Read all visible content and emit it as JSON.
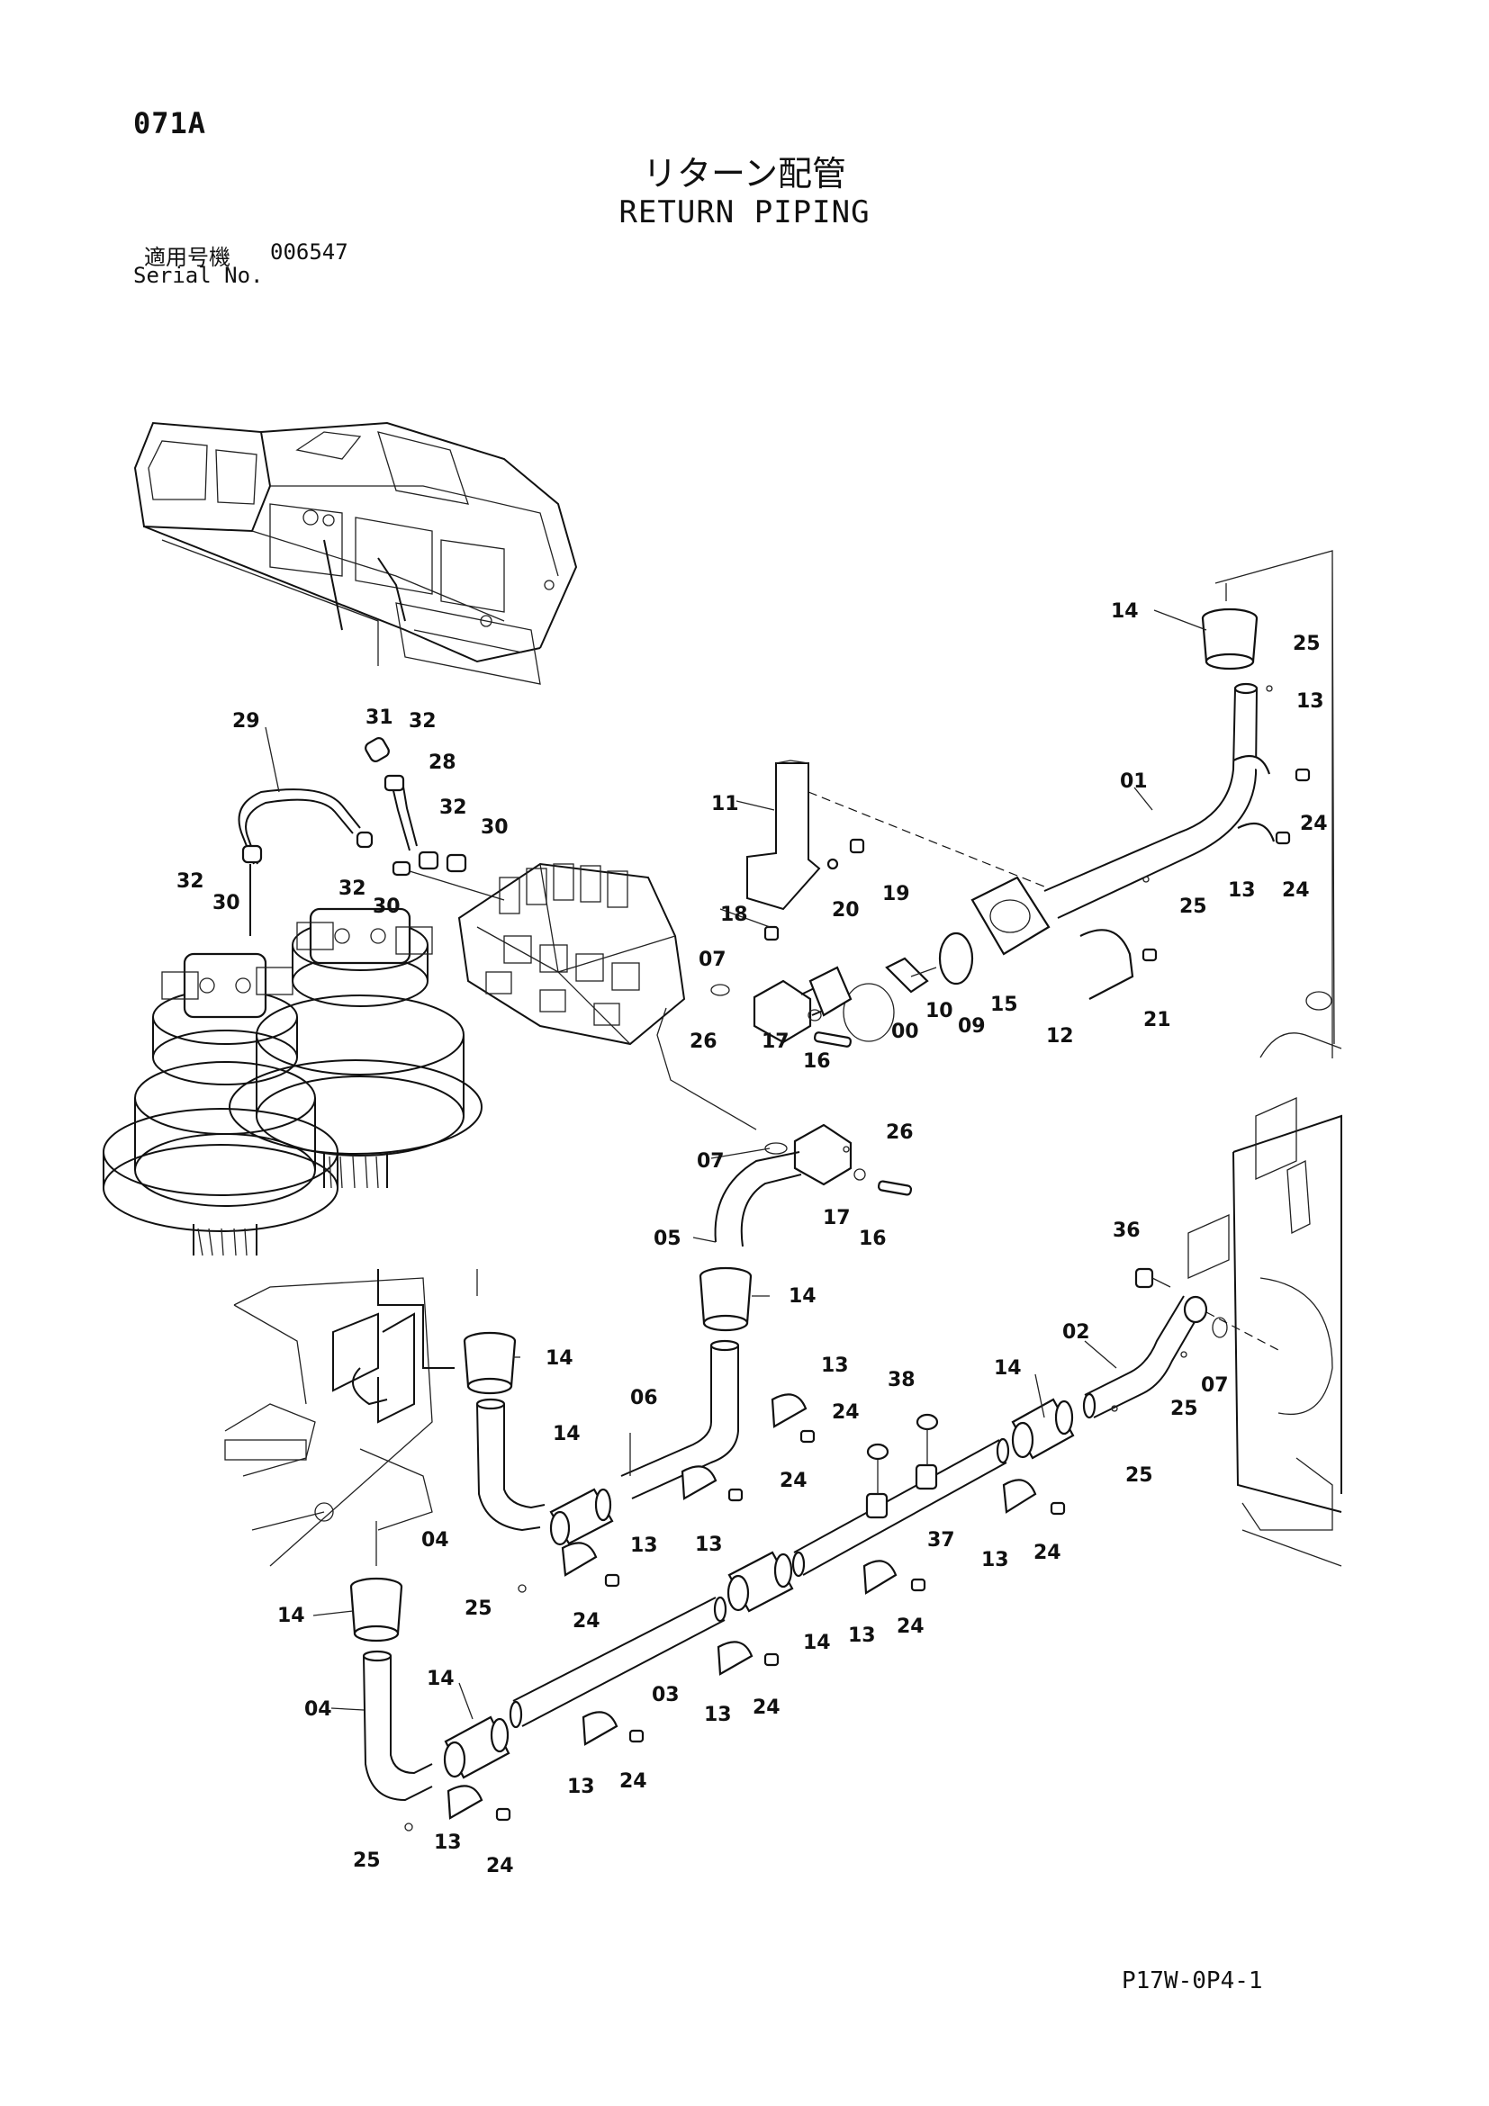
{
  "page_code": "071A",
  "title_jp": "リターン配管",
  "title_en": "RETURN PIPING",
  "serial_label_jp": "適用号機",
  "serial_value": "006547",
  "serial_label_en": "Serial No.",
  "drawing_code": "P17W-0P4-1",
  "callouts": [
    {
      "id": "c14a",
      "text": "14"
    },
    {
      "id": "c25a",
      "text": "25"
    },
    {
      "id": "c13a",
      "text": "13"
    },
    {
      "id": "c01",
      "text": "01"
    },
    {
      "id": "c24a",
      "text": "24"
    },
    {
      "id": "c13b",
      "text": "13"
    },
    {
      "id": "c24b",
      "text": "24"
    },
    {
      "id": "c25b",
      "text": "25"
    },
    {
      "id": "c11",
      "text": "11"
    },
    {
      "id": "c20",
      "text": "20"
    },
    {
      "id": "c19",
      "text": "19"
    },
    {
      "id": "c18",
      "text": "18"
    },
    {
      "id": "c07a",
      "text": "07"
    },
    {
      "id": "c10",
      "text": "10"
    },
    {
      "id": "c00",
      "text": "00"
    },
    {
      "id": "c09",
      "text": "09"
    },
    {
      "id": "c15",
      "text": "15"
    },
    {
      "id": "c12",
      "text": "12"
    },
    {
      "id": "c21",
      "text": "21"
    },
    {
      "id": "c26a",
      "text": "26"
    },
    {
      "id": "c17a",
      "text": "17"
    },
    {
      "id": "c16a",
      "text": "16"
    },
    {
      "id": "c29",
      "text": "29"
    },
    {
      "id": "c31",
      "text": "31"
    },
    {
      "id": "c32a",
      "text": "32"
    },
    {
      "id": "c28",
      "text": "28"
    },
    {
      "id": "c32b",
      "text": "32"
    },
    {
      "id": "c30a",
      "text": "30"
    },
    {
      "id": "c32c",
      "text": "32"
    },
    {
      "id": "c30b",
      "text": "30"
    },
    {
      "id": "c32d",
      "text": "32"
    },
    {
      "id": "c30c",
      "text": "30"
    },
    {
      "id": "c07b",
      "text": "07"
    },
    {
      "id": "c26b",
      "text": "26"
    },
    {
      "id": "c17b",
      "text": "17"
    },
    {
      "id": "c16b",
      "text": "16"
    },
    {
      "id": "c05",
      "text": "05"
    },
    {
      "id": "c14b",
      "text": "14"
    },
    {
      "id": "c36",
      "text": "36"
    },
    {
      "id": "c02",
      "text": "02"
    },
    {
      "id": "c07c",
      "text": "07"
    },
    {
      "id": "c25c",
      "text": "25"
    },
    {
      "id": "c14c",
      "text": "14"
    },
    {
      "id": "c25d",
      "text": "25"
    },
    {
      "id": "c14d",
      "text": "14"
    },
    {
      "id": "c06",
      "text": "06"
    },
    {
      "id": "c13c",
      "text": "13"
    },
    {
      "id": "c24c",
      "text": "24"
    },
    {
      "id": "c38",
      "text": "38"
    },
    {
      "id": "c14e",
      "text": "14"
    },
    {
      "id": "c24d",
      "text": "24"
    },
    {
      "id": "c13d",
      "text": "13"
    },
    {
      "id": "c04a",
      "text": "04"
    },
    {
      "id": "c13e",
      "text": "13"
    },
    {
      "id": "c24e",
      "text": "24"
    },
    {
      "id": "c25e",
      "text": "25"
    },
    {
      "id": "c37",
      "text": "37"
    },
    {
      "id": "c13f",
      "text": "13"
    },
    {
      "id": "c24f",
      "text": "24"
    },
    {
      "id": "c14f",
      "text": "14"
    },
    {
      "id": "c14g",
      "text": "14"
    },
    {
      "id": "c13g",
      "text": "13"
    },
    {
      "id": "c24g",
      "text": "24"
    },
    {
      "id": "c04b",
      "text": "04"
    },
    {
      "id": "c14h",
      "text": "14"
    },
    {
      "id": "c03",
      "text": "03"
    },
    {
      "id": "c13h",
      "text": "13"
    },
    {
      "id": "c24h",
      "text": "24"
    },
    {
      "id": "c13i",
      "text": "13"
    },
    {
      "id": "c24i",
      "text": "24"
    },
    {
      "id": "c13j",
      "text": "13"
    },
    {
      "id": "c25f",
      "text": "25"
    },
    {
      "id": "c24j",
      "text": "24"
    }
  ]
}
